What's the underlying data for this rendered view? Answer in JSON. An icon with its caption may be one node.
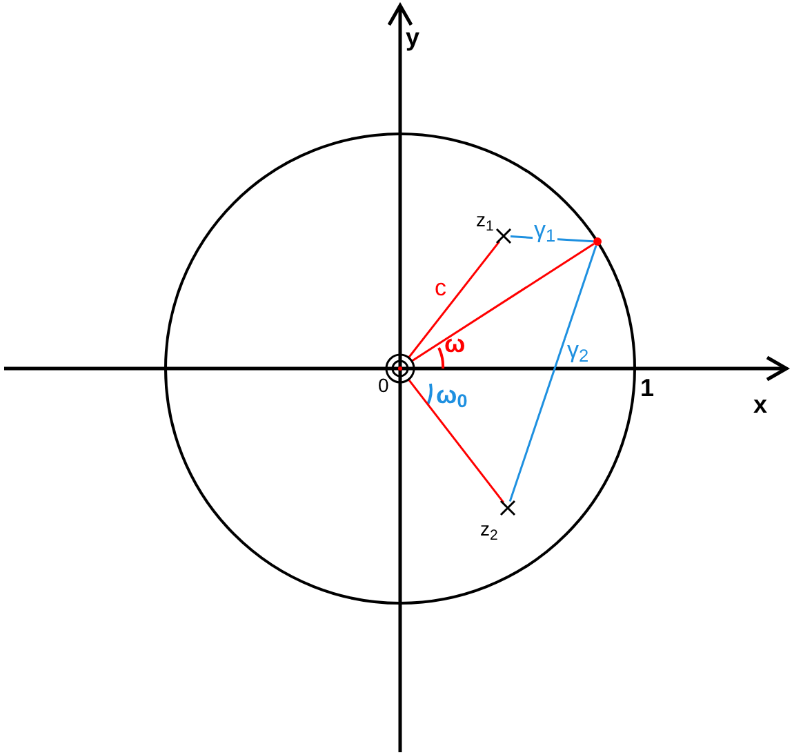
{
  "diagram": {
    "nodes": [
      {
        "text": [],
        "shape": "circle",
        "beside": [
          "0"
        ]
      },
      {
        "text": [],
        "shape": "cross",
        "beside": [
          "z$_{1}$"
        ]
      },
      {
        "text": [],
        "shape": "point"
      },
      {
        "text": [],
        "shape": "cross",
        "beside": [
          "z$_{2}$"
        ]
      }
    ],
    "edges": [
      {
        "from": 0,
        "to": 1,
        "arrow": "none",
        "label": "c",
        "color": "#ff0000"
      },
      {
        "from": 0,
        "to": 2,
        "arrow": "none",
        "color": "#ff0000"
      },
      {
        "from": 1,
        "to": 2,
        "arrow": "none",
        "label": "γ$_{1}$",
        "color": "#1e90e0"
      },
      {
        "from": 2,
        "to": 3,
        "arrow": "none",
        "label": "γ$_{2}$",
        "color": "#1e90e0"
      },
      {
        "from": 0,
        "to": 3,
        "arrow": "none",
        "color": "#ff0000"
      }
    ],
    "labels": [
      "y",
      "x",
      "1",
      "ω",
      "ω$_{0}$"
    ]
  }
}
